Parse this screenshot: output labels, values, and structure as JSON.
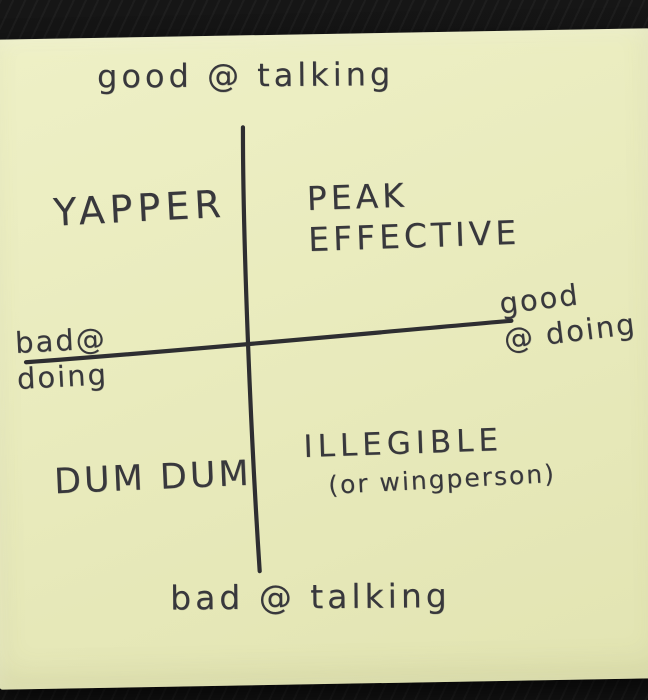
{
  "colors": {
    "table_background": "#101010",
    "note_paper": "#e9ebbd",
    "ink": "#38383c"
  },
  "diagram": {
    "type": "quadrant-2x2-hand-drawn",
    "medium": "sticky-note",
    "y_axis": {
      "top_label": "good @ talking",
      "bottom_label": "bad @ talking"
    },
    "x_axis": {
      "left_label": "bad@\ndoing",
      "right_label": "good\n@ doing"
    },
    "quadrants": {
      "top_left": "YAPPER",
      "top_right": "PEAK\nEFFECTIVE",
      "bottom_left": "DUM DUM",
      "bottom_right_line1": "ILLEGIBLE",
      "bottom_right_line2": "(or wingperson)"
    }
  }
}
